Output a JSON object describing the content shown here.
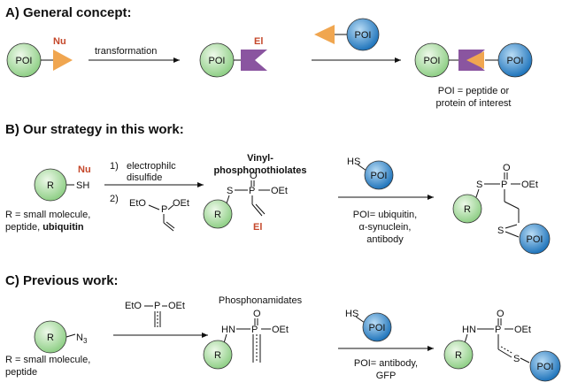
{
  "sections": {
    "a": "A) General concept:",
    "b": "B) Our strategy in this work:",
    "c": "C) Previous work:"
  },
  "colors": {
    "green": "#a9dba0",
    "blue": "#3a8fd0",
    "orange": "#f0a650",
    "purple": "#8a55a0",
    "red_label": "#c5472a"
  },
  "labels": {
    "poi": "POI",
    "r": "R",
    "nu": "Nu",
    "el": "El",
    "sh": "SH",
    "hs": "HS",
    "s": "S",
    "p": "P",
    "o": "O",
    "oet": "OEt",
    "eto": "EtO",
    "hn": "HN",
    "n3": "N",
    "n3_sub": "3"
  },
  "panel_a": {
    "arrow_label": "transformation",
    "poi_definition": [
      "POI = peptide or",
      "protein of interest"
    ]
  },
  "panel_b": {
    "step1": "1)",
    "step1_text": "electrophilc",
    "step1_text2": "disulfide",
    "step2": "2)",
    "product_title": [
      "Vinyl-",
      "phosphonothiolates"
    ],
    "r_definition_1": "R = small molecule,",
    "r_definition_2a": "peptide, ",
    "r_definition_2b": "ubiquitin",
    "poi_conditions": [
      "POI= ubiquitin,",
      "α-synuclein,",
      "antibody"
    ]
  },
  "panel_c": {
    "product_title": "Phosphonamidates",
    "r_definition": [
      "R = small molecule,",
      "peptide"
    ],
    "poi_conditions": [
      "POI= antibody,",
      "GFP"
    ]
  }
}
